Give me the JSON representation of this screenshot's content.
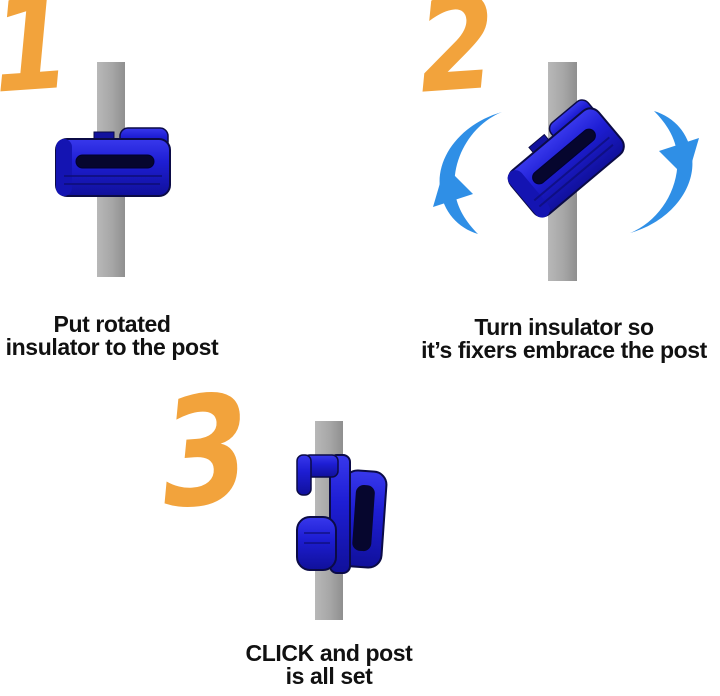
{
  "diagram": {
    "type": "instruction-steps",
    "steps": [
      {
        "number": "1",
        "caption_line1": "Put rotated",
        "caption_line2": "insulator to the post",
        "graphic": "insulator-horizontal-on-post"
      },
      {
        "number": "2",
        "caption_line1": "Turn insulator so",
        "caption_line2": "it’s fixers embrace the post",
        "graphic": "insulator-rotated-on-post",
        "icons": [
          "rotate-arrow-left",
          "rotate-arrow-right"
        ]
      },
      {
        "number": "3",
        "caption_line1": "CLICK and post",
        "caption_line2": "is all set",
        "graphic": "insulator-clipped-on-post"
      }
    ],
    "colors": {
      "background": "#ffffff",
      "step_number_orange": "#f2a33c",
      "insulator_blue": "#1e1ed4",
      "insulator_dark_blue": "#0b0b46",
      "slot_dark": "#06062e",
      "post_gray": "#a6a6a6",
      "rotation_arrow_blue": "#2f8fe6",
      "caption_text": "#111111"
    }
  }
}
